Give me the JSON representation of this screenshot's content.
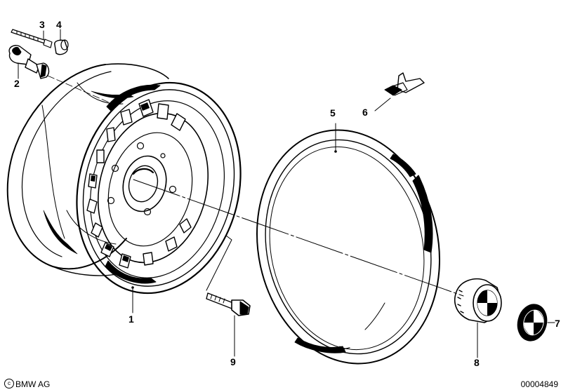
{
  "callouts": {
    "c1": "1",
    "c2": "2",
    "c3": "3",
    "c4": "4",
    "c5": "5",
    "c6": "6",
    "c7": "7",
    "c8": "8",
    "c9": "9"
  },
  "footer": {
    "copyright_symbol": "c",
    "copyright_text": "BMW AG",
    "document_id": "00004849"
  }
}
